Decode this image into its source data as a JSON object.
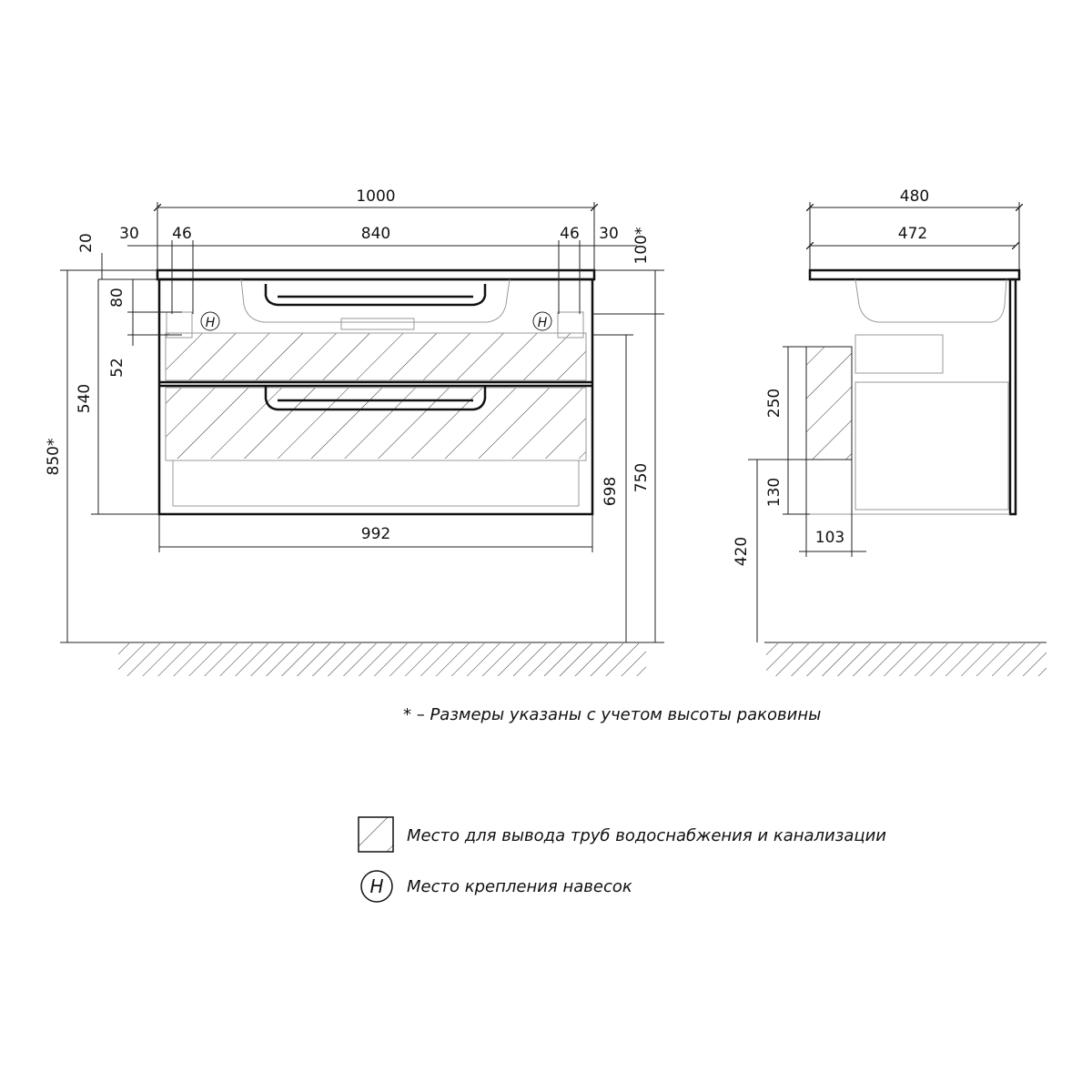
{
  "front_view": {
    "total_width": "1000",
    "side_offset_left": "30",
    "side_offset_right": "30",
    "hinge_offset_left": "46",
    "hinge_offset_right": "46",
    "hinge_spacing": "840",
    "countertop_thickness": "20",
    "sink_offset": "100*",
    "hinge_height": "80",
    "pipe_top_offset": "52",
    "body_height": "540",
    "total_height": "850*",
    "pipe_zone_height": "698",
    "mount_height": "750",
    "body_width": "992"
  },
  "side_view": {
    "total_depth": "480",
    "body_depth": "472",
    "pipe_zone_height": "250",
    "bottom_offset": "130",
    "pipe_zone_depth": "103",
    "floor_height": "420"
  },
  "note": "* – Размеры указаны с учетом высоты раковины",
  "legend": {
    "hatch_label": "Место для вывода труб водоснабжения и канализации",
    "hinge_symbol": "H",
    "hinge_label": "Место крепления навесок"
  }
}
